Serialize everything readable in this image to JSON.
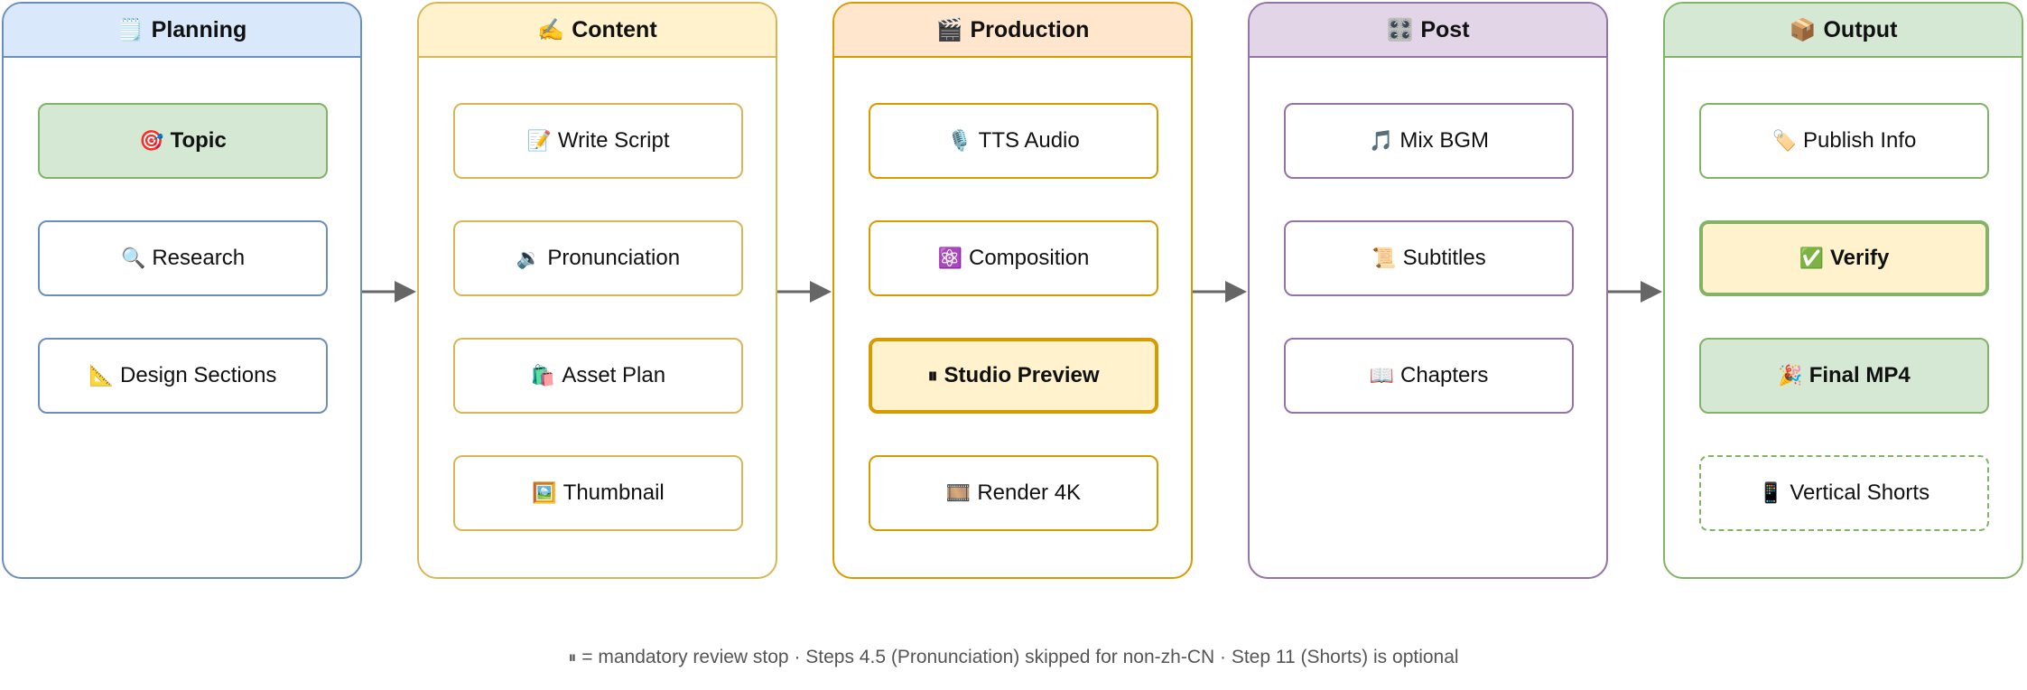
{
  "colors": {
    "arrow": "#666666",
    "legend_text": "#555555"
  },
  "lanes": [
    {
      "title": "Planning",
      "icon": "🗒️",
      "header_bg": "#dae8fc",
      "border": "#6c8ebf",
      "steps": [
        {
          "label": "Topic",
          "icon": "🎯",
          "bg": "#d5e8d4",
          "border": "#82b366",
          "bold": true,
          "thick": false,
          "dashed": false
        },
        {
          "label": "Research",
          "icon": "🔍",
          "bg": "#ffffff",
          "border": "#6c8ebf",
          "bold": false,
          "thick": false,
          "dashed": false
        },
        {
          "label": "Design Sections",
          "icon": "📐",
          "bg": "#ffffff",
          "border": "#6c8ebf",
          "bold": false,
          "thick": false,
          "dashed": false
        }
      ]
    },
    {
      "title": "Content",
      "icon": "✍️",
      "header_bg": "#fff2cc",
      "border": "#d6b656",
      "steps": [
        {
          "label": "Write Script",
          "icon": "📝",
          "bg": "#ffffff",
          "border": "#d6b656",
          "bold": false,
          "thick": false,
          "dashed": false
        },
        {
          "label": "Pronunciation",
          "icon": "🔉",
          "bg": "#ffffff",
          "border": "#d6b656",
          "bold": false,
          "thick": false,
          "dashed": false
        },
        {
          "label": "Asset Plan",
          "icon": "🛍️",
          "bg": "#ffffff",
          "border": "#d6b656",
          "bold": false,
          "thick": false,
          "dashed": false
        },
        {
          "label": "Thumbnail",
          "icon": "🖼️",
          "bg": "#ffffff",
          "border": "#d6b656",
          "bold": false,
          "thick": false,
          "dashed": false
        }
      ]
    },
    {
      "title": "Production",
      "icon": "🎬",
      "header_bg": "#ffe6cc",
      "border": "#d79b00",
      "steps": [
        {
          "label": "TTS Audio",
          "icon": "🎙️",
          "bg": "#ffffff",
          "border": "#d79b00",
          "bold": false,
          "thick": false,
          "dashed": false
        },
        {
          "label": "Composition",
          "icon": "⚛️",
          "bg": "#ffffff",
          "border": "#d79b00",
          "bold": false,
          "thick": false,
          "dashed": false
        },
        {
          "label": "Studio Preview",
          "icon": "⏸",
          "bg": "#fff2cc",
          "border": "#d79b00",
          "bold": true,
          "thick": true,
          "dashed": false
        },
        {
          "label": "Render 4K",
          "icon": "🎞️",
          "bg": "#ffffff",
          "border": "#d79b00",
          "bold": false,
          "thick": false,
          "dashed": false
        }
      ]
    },
    {
      "title": "Post",
      "icon": "🎛️",
      "header_bg": "#e1d5e7",
      "border": "#9673a6",
      "steps": [
        {
          "label": "Mix BGM",
          "icon": "🎵",
          "bg": "#ffffff",
          "border": "#9673a6",
          "bold": false,
          "thick": false,
          "dashed": false
        },
        {
          "label": "Subtitles",
          "icon": "📜",
          "bg": "#ffffff",
          "border": "#9673a6",
          "bold": false,
          "thick": false,
          "dashed": false
        },
        {
          "label": "Chapters",
          "icon": "📖",
          "bg": "#ffffff",
          "border": "#9673a6",
          "bold": false,
          "thick": false,
          "dashed": false
        }
      ]
    },
    {
      "title": "Output",
      "icon": "📦",
      "header_bg": "#d5e8d4",
      "border": "#82b366",
      "steps": [
        {
          "label": "Publish Info",
          "icon": "🏷️",
          "bg": "#ffffff",
          "border": "#82b366",
          "bold": false,
          "thick": false,
          "dashed": false
        },
        {
          "label": "Verify",
          "icon": "✅",
          "bg": "#fff2cc",
          "border": "#82b366",
          "bold": true,
          "thick": true,
          "dashed": false
        },
        {
          "label": "Final MP4",
          "icon": "🎉",
          "bg": "#d5e8d4",
          "border": "#82b366",
          "bold": true,
          "thick": false,
          "dashed": false
        },
        {
          "label": "Vertical Shorts",
          "icon": "📱",
          "bg": "#ffffff",
          "border": "#82b366",
          "bold": false,
          "thick": false,
          "dashed": true
        }
      ]
    }
  ],
  "legend": {
    "icon": "⏸",
    "text": "= mandatory review stop · Steps 4.5 (Pronunciation) skipped for non-zh-CN · Step 11 (Shorts) is optional"
  }
}
